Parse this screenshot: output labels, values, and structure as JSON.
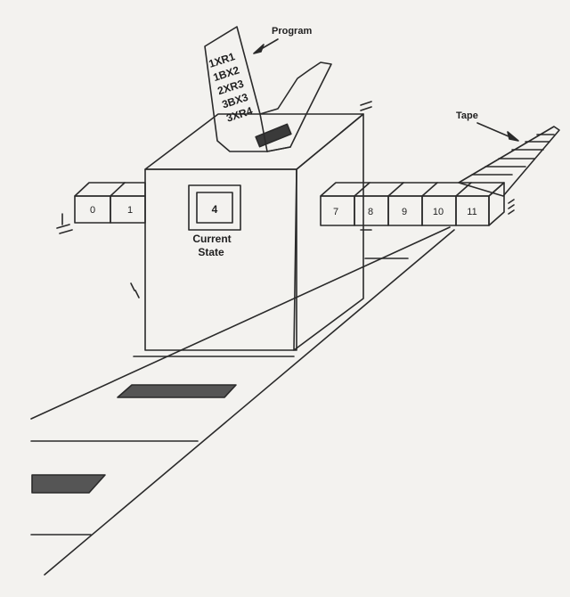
{
  "labels": {
    "program": "Program",
    "tape": "Tape",
    "current_state_line1": "Current",
    "current_state_line2": "State"
  },
  "program_lines": [
    "1XR1",
    "1BX2",
    "2XR3",
    "3BX3",
    "3XR4"
  ],
  "current_state_value": "4",
  "tape_cells_left": [
    "0",
    "1"
  ],
  "tape_cells_right": [
    "7",
    "8",
    "9",
    "10",
    "11"
  ]
}
